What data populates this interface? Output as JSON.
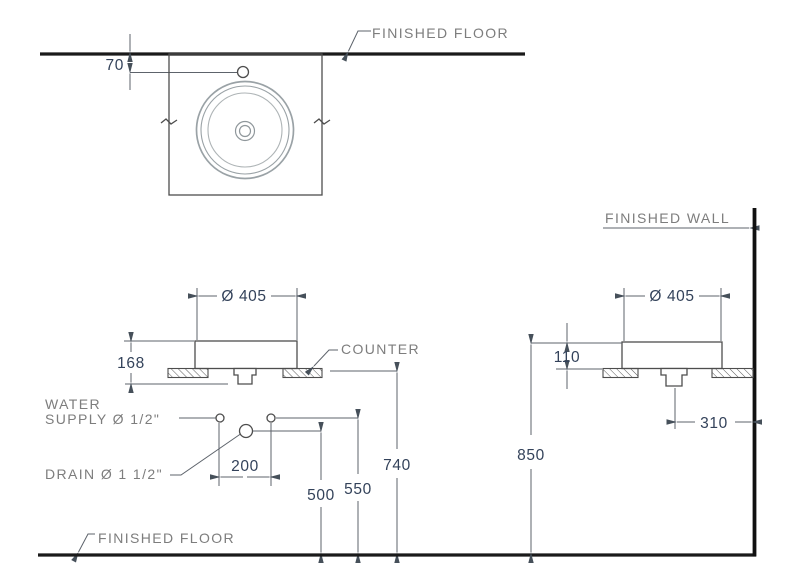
{
  "plan": {
    "floor_label": "FINISHED FLOOR",
    "faucet_offset": "70"
  },
  "front": {
    "diameter": "Ø 405",
    "basin_total_height": "168",
    "counter_label": "COUNTER",
    "water_label": "WATER",
    "supply_label": "SUPPLY Ø 1/2\"",
    "drain_label": "DRAIN Ø 1 1/2\"",
    "supply_spacing": "200",
    "drain_height": "500",
    "supply_height": "550",
    "counter_height": "740",
    "floor_label": "FINISHED FLOOR"
  },
  "side": {
    "wall_label": "FINISHED WALL",
    "diameter": "Ø 405",
    "rim_above_counter": "110",
    "rim_height": "850",
    "drain_to_wall": "310"
  },
  "colors": {
    "background": "#ffffff",
    "geometry_line": "#4d4d4d",
    "thick_line": "#1a1a1a",
    "dimension_line": "#5d636b",
    "label_text": "#7d7d7d",
    "number_text": "#33425a",
    "basin_rim": "#9aa2a6"
  }
}
